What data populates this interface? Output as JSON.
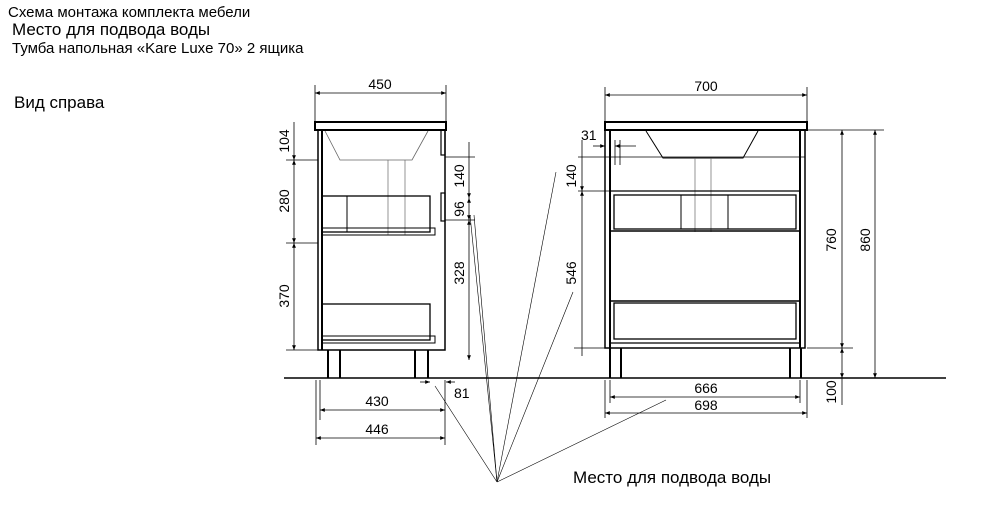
{
  "header": {
    "title": "Схема монтажа комплекта мебели",
    "subtitle": "Место для подвода воды",
    "product": "Тумба напольная «Kare Luxe 70» 2 ящика",
    "view_label": "Вид справа"
  },
  "callout": "Место для подвода воды",
  "side_view": {
    "dims": {
      "width_top": "450",
      "h_top": "104",
      "h_mid": "280",
      "h_low": "370",
      "pipe_a": "140",
      "pipe_b": "96",
      "pipe_c": "328",
      "offset": "81",
      "depth_inner": "430",
      "depth_outer": "446"
    }
  },
  "front_view": {
    "dims": {
      "width_top": "700",
      "side_offset": "31",
      "pipe_a": "140",
      "pipe_b": "546",
      "body_height": "760",
      "total_height": "860",
      "leg_height": "100",
      "width_inner": "666",
      "width_outer": "698"
    }
  }
}
